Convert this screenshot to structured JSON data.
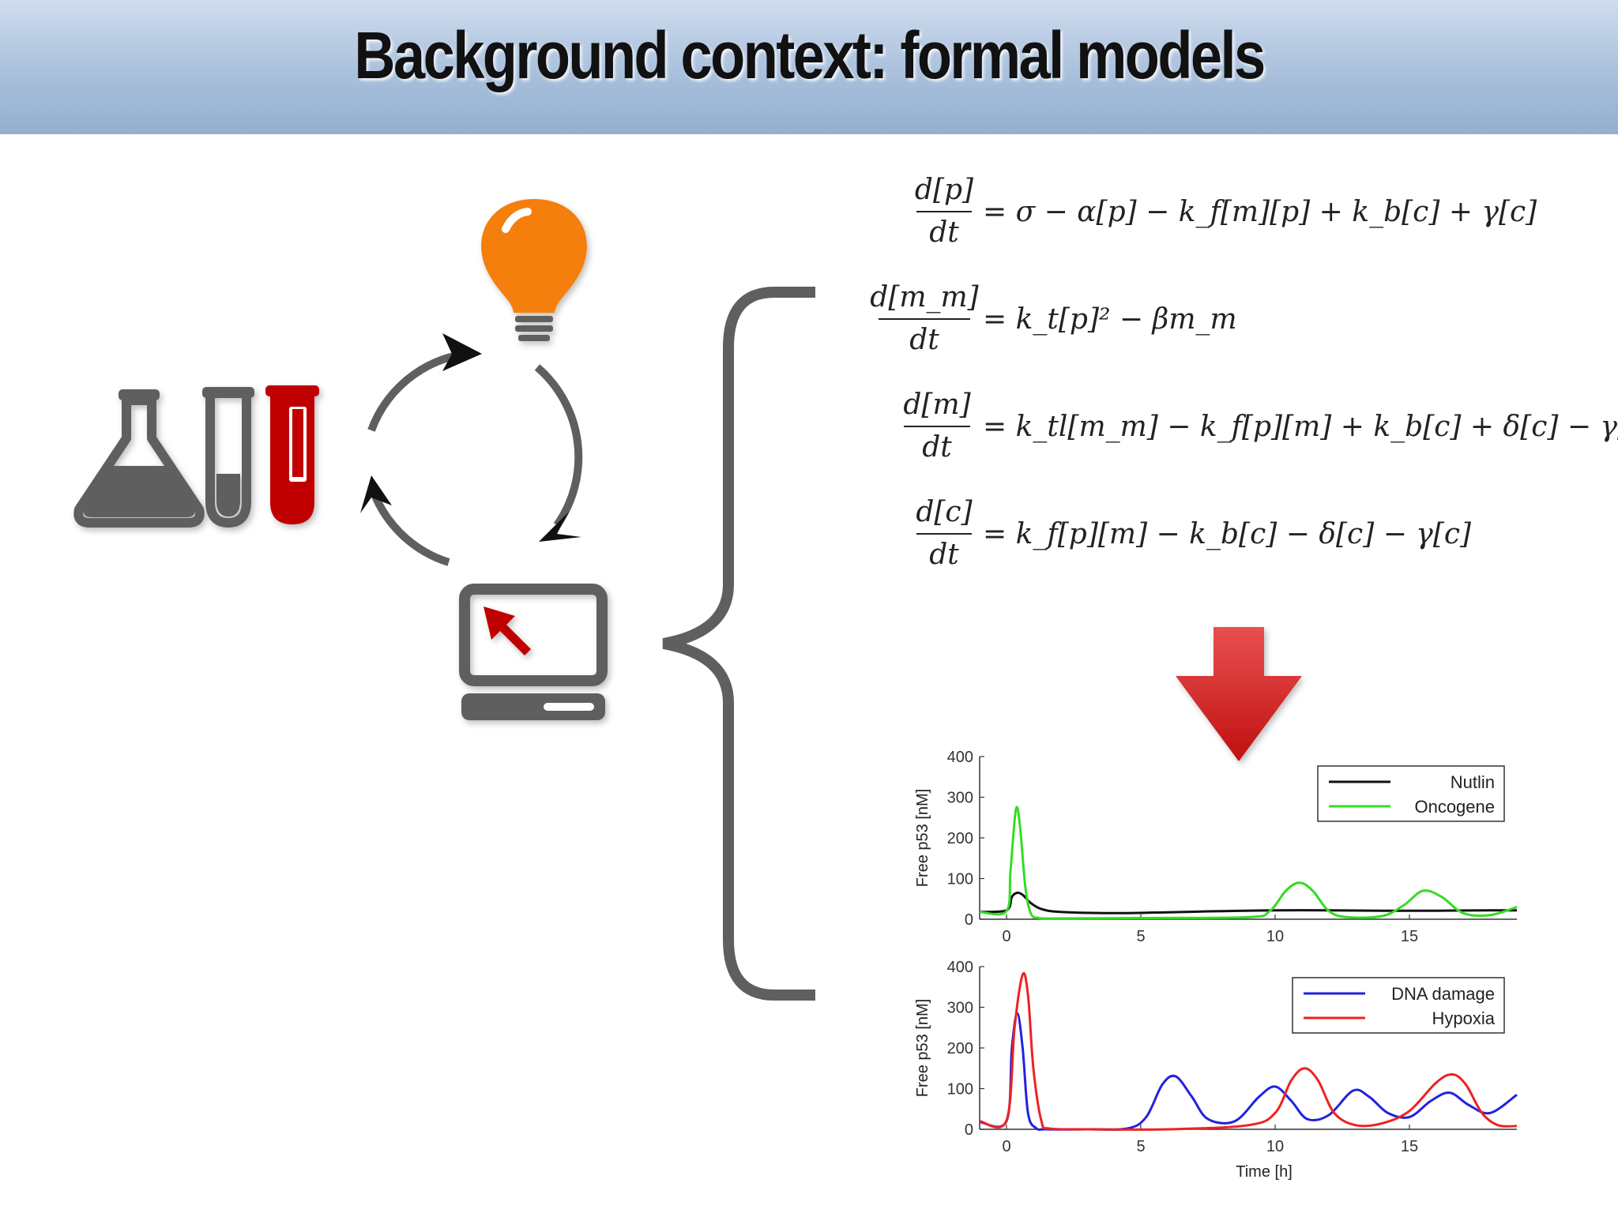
{
  "title": "Background context: formal models",
  "icons": [
    "flask-icon",
    "test-tube-icon",
    "lightbulb-icon",
    "computer-icon",
    "cycle-arrows-icon",
    "brace-icon",
    "down-arrow-icon"
  ],
  "colors": {
    "bulb": "#f47f10",
    "tube_red": "#c00000",
    "icon_gray": "#5f5f60",
    "arrow_red": "#d42020"
  },
  "equations": [
    {
      "num": "d[p]",
      "den": "dt",
      "rhs": "= σ − α[p] − k_f[m][p] + k_b[c] + γ[c]"
    },
    {
      "num": "d[m_m]",
      "den": "dt",
      "rhs": "= k_t[p]² − βm_m"
    },
    {
      "num": "d[m]",
      "den": "dt",
      "rhs": "= k_tl[m_m] − k_f[p][m] + k_b[c] + δ[c] − γ[m]"
    },
    {
      "num": "d[c]",
      "den": "dt",
      "rhs": "= k_f[p][m] − k_b[c] − δ[c] − γ[c]"
    }
  ],
  "chart_data": [
    {
      "type": "line",
      "ylabel": "Free p53 [nM]",
      "xlabel": "",
      "xlim": [
        -1,
        19
      ],
      "ylim": [
        0,
        400
      ],
      "xticks": [
        "0",
        "5",
        "10",
        "15"
      ],
      "yticks": [
        "0",
        "100",
        "200",
        "300",
        "400"
      ],
      "legend": "top-right",
      "series": [
        {
          "name": "Nutlin",
          "color": "#111111",
          "x": [
            -1,
            0,
            0.2,
            0.4,
            0.6,
            0.9,
            1.3,
            2,
            4,
            6,
            8,
            10,
            12,
            14,
            16,
            18,
            19
          ],
          "y": [
            18,
            22,
            55,
            65,
            60,
            40,
            25,
            18,
            15,
            17,
            20,
            22,
            22,
            21,
            21,
            22,
            22
          ]
        },
        {
          "name": "Oncogene",
          "color": "#33dd22",
          "x": [
            -1,
            0,
            0.15,
            0.35,
            0.5,
            0.7,
            0.9,
            1.2,
            2,
            5,
            9,
            9.8,
            10.4,
            10.9,
            11.4,
            12,
            12.7,
            14,
            14.8,
            15.5,
            16.2,
            17,
            18,
            19
          ],
          "y": [
            18,
            20,
            120,
            270,
            230,
            80,
            15,
            3,
            2,
            3,
            5,
            20,
            70,
            90,
            70,
            20,
            5,
            8,
            35,
            70,
            55,
            15,
            10,
            30
          ]
        }
      ]
    },
    {
      "type": "line",
      "ylabel": "Free p53 [nM]",
      "xlabel": "Time [h]",
      "xlim": [
        -1,
        19
      ],
      "ylim": [
        0,
        400
      ],
      "xticks": [
        "0",
        "5",
        "10",
        "15"
      ],
      "yticks": [
        "0",
        "100",
        "200",
        "300",
        "400"
      ],
      "legend": "top-right",
      "series": [
        {
          "name": "DNA damage",
          "color": "#2222dd",
          "x": [
            -1,
            0,
            0.2,
            0.4,
            0.6,
            0.8,
            1.1,
            1.5,
            3,
            4.5,
            5.2,
            5.8,
            6.3,
            6.9,
            7.5,
            8.5,
            9.4,
            10,
            10.6,
            11.2,
            12,
            12.9,
            13.5,
            14.2,
            15,
            15.8,
            16.5,
            17.2,
            18,
            19
          ],
          "y": [
            18,
            20,
            200,
            285,
            200,
            40,
            3,
            0,
            0,
            2,
            30,
            110,
            130,
            80,
            25,
            20,
            80,
            105,
            70,
            25,
            35,
            95,
            80,
            40,
            30,
            70,
            90,
            60,
            40,
            85
          ]
        },
        {
          "name": "Hypoxia",
          "color": "#ee2222",
          "x": [
            -1,
            0,
            0.3,
            0.6,
            0.8,
            1.0,
            1.3,
            1.6,
            3,
            6,
            9,
            10,
            10.6,
            11.1,
            11.6,
            12.2,
            13,
            14,
            15,
            16,
            16.6,
            17.1,
            17.7,
            18.3,
            19
          ],
          "y": [
            20,
            22,
            250,
            380,
            330,
            150,
            20,
            2,
            0,
            0,
            10,
            40,
            120,
            150,
            120,
            40,
            10,
            15,
            45,
            115,
            135,
            110,
            40,
            10,
            8
          ]
        }
      ]
    }
  ]
}
